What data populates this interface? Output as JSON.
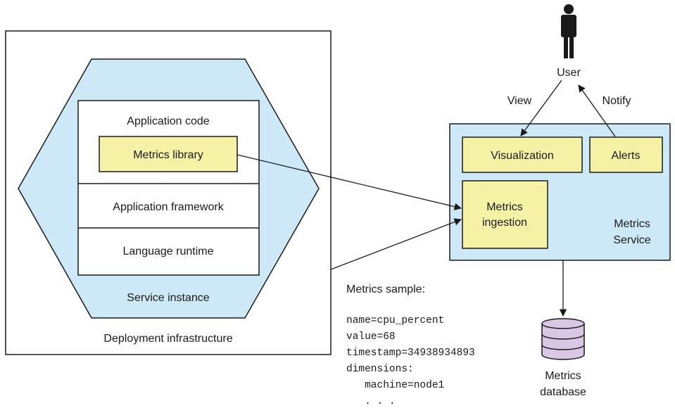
{
  "deployment_infrastructure": {
    "label": "Deployment infrastructure",
    "service_instance": {
      "label": "Service instance",
      "layers": {
        "application_code": "Application code",
        "metrics_library": "Metrics library",
        "application_framework": "Application framework",
        "language_runtime": "Language runtime"
      }
    }
  },
  "user": {
    "label": "User"
  },
  "edges": {
    "view": "View",
    "notify": "Notify"
  },
  "metrics_service": {
    "label_line1": "Metrics",
    "label_line2": "Service",
    "visualization": "Visualization",
    "alerts": "Alerts",
    "ingestion_line1": "Metrics",
    "ingestion_line2": "ingestion"
  },
  "metrics_database": {
    "label_line1": "Metrics",
    "label_line2": "database"
  },
  "metrics_sample": {
    "title": "Metrics sample:",
    "lines": [
      "name=cpu_percent",
      "value=68",
      "timestamp=34938934893",
      "dimensions:",
      "   machine=node1",
      "   . . ."
    ]
  },
  "colors": {
    "hexagon_fill": "#cde8f6",
    "highlight_box": "#f5f2a6",
    "service_fill": "#cde8f6",
    "database_fill": "#d9c8e3",
    "stroke": "#1a1a1a"
  }
}
